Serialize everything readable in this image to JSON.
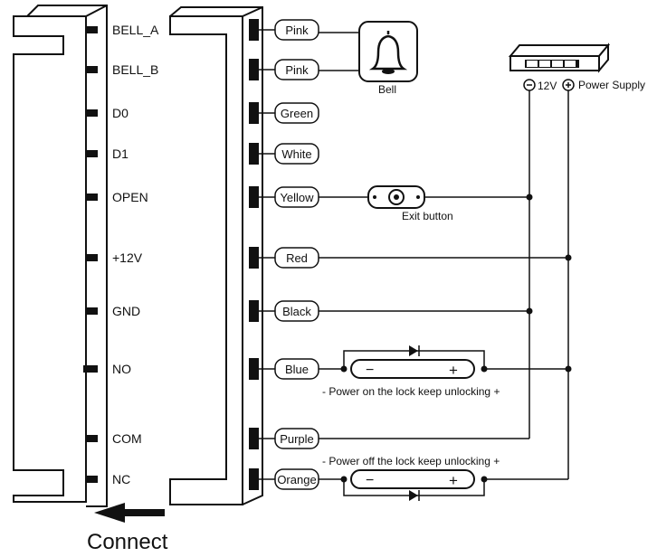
{
  "pins": [
    "BELL_A",
    "BELL_B",
    "D0",
    "D1",
    "OPEN",
    "+12V",
    "GND",
    "NO",
    "COM",
    "NC"
  ],
  "wires": [
    "Pink",
    "Pink",
    "Green",
    "White",
    "Yellow",
    "Red",
    "Black",
    "Blue",
    "Purple",
    "Orange"
  ],
  "bell_label": "Bell",
  "exit_button_label": "Exit button",
  "power_supply_label": "Power Supply",
  "voltage_label": "12V",
  "lock_on_caption": "-  Power on the lock keep unlocking  +",
  "lock_off_caption": "-  Power off the lock keep unlocking  +",
  "minus": "−",
  "plus": "+",
  "connect_label": "Connect"
}
